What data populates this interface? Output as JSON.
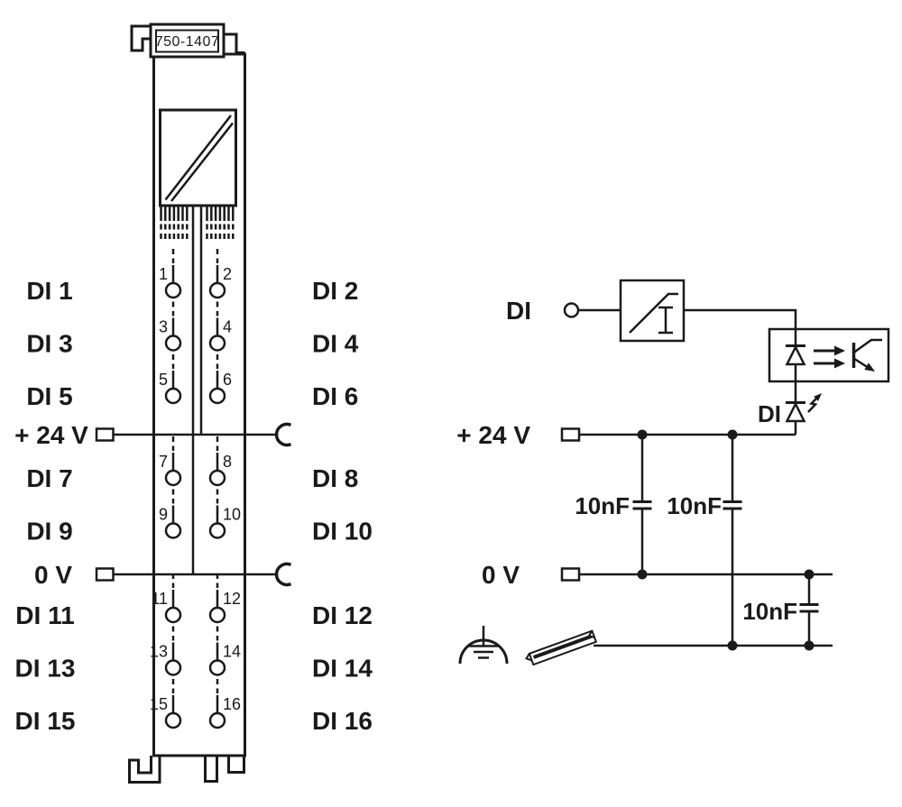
{
  "colors": {
    "line": "#1a1a1a",
    "background": "#ffffff"
  },
  "module": {
    "part_number": "750-1407",
    "power_labels": {
      "plus24": "+ 24 V",
      "zero": "0 V"
    },
    "rows": [
      {
        "left": "DI 1",
        "right": "DI 2",
        "ln": "1",
        "rn": "2"
      },
      {
        "left": "DI 3",
        "right": "DI 4",
        "ln": "3",
        "rn": "4"
      },
      {
        "left": "DI 5",
        "right": "DI 6",
        "ln": "5",
        "rn": "6"
      },
      {
        "left": "DI 7",
        "right": "DI 8",
        "ln": "7",
        "rn": "8"
      },
      {
        "left": "DI 9",
        "right": "DI 10",
        "ln": "9",
        "rn": "10"
      },
      {
        "left": "DI 11",
        "right": "DI 12",
        "ln": "11",
        "rn": "12"
      },
      {
        "left": "DI 13",
        "right": "DI 14",
        "ln": "13",
        "rn": "14"
      },
      {
        "left": "DI 15",
        "right": "DI 16",
        "ln": "15",
        "rn": "16"
      }
    ]
  },
  "schematic": {
    "input_label": "DI",
    "status_led_label": "DI",
    "plus24_label": "+ 24 V",
    "zero_label": "0 V",
    "cap1_value": "10nF",
    "cap2_value": "10nF",
    "cap3_value": "10nF"
  }
}
